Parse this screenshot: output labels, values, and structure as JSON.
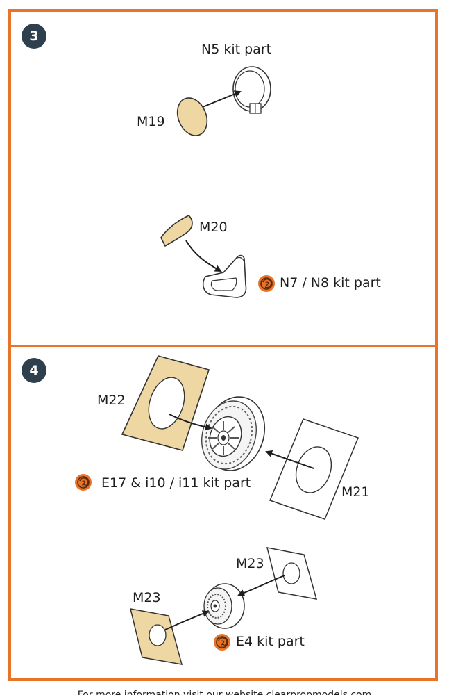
{
  "colors": {
    "frame": "#e8742a",
    "badge": "#2e3f4e",
    "mask_part": "#eed7a2",
    "kit_icon": "#e8742a"
  },
  "steps": [
    {
      "number": "3",
      "labels": {
        "n5": "N5 kit part",
        "m19": "M19",
        "m20": "M20",
        "n7n8": "N7 / N8 kit part"
      }
    },
    {
      "number": "4",
      "labels": {
        "m22": "M22",
        "e17": "E17 & i10 / i11 kit part",
        "m21": "M21",
        "m23a": "M23",
        "m23b": "M23",
        "e4": "E4 kit part"
      }
    }
  ],
  "footer": "For more information visit our website clearpropmodels.com",
  "icons": [
    "kit-part-icon"
  ]
}
